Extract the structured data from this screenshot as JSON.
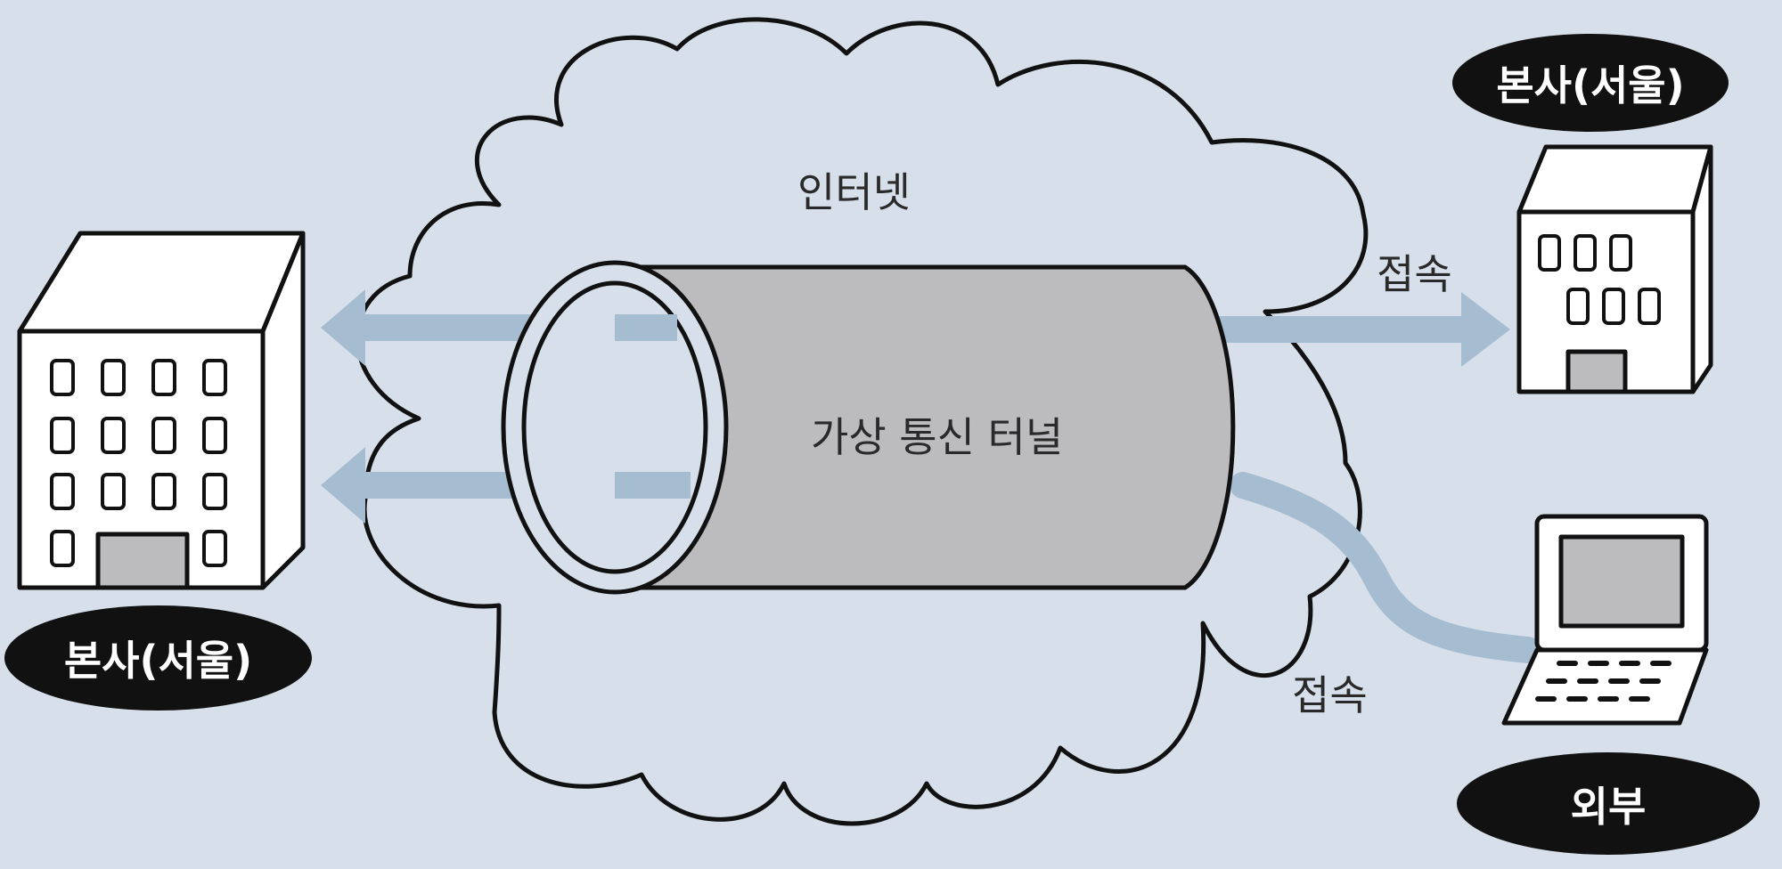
{
  "labels": {
    "internet": "인터넷",
    "tunnel": "가상 통신 터널",
    "connect_top": "접속",
    "connect_bottom": "접속"
  },
  "badges": {
    "left_hq": "본사(서울)",
    "right_hq": "본사(서울)",
    "external": "외부"
  },
  "colors": {
    "background": "#d7e0ea",
    "cloud_fill": "#d7e0ea",
    "tunnel_fill": "#bcbcbe",
    "arrow": "#a6bdd1",
    "outline": "#111111",
    "badge": "#111111",
    "badge_text": "#ffffff"
  },
  "icons": [
    "cloud-icon",
    "tunnel-icon",
    "building-icon",
    "laptop-icon",
    "arrow-icon"
  ]
}
